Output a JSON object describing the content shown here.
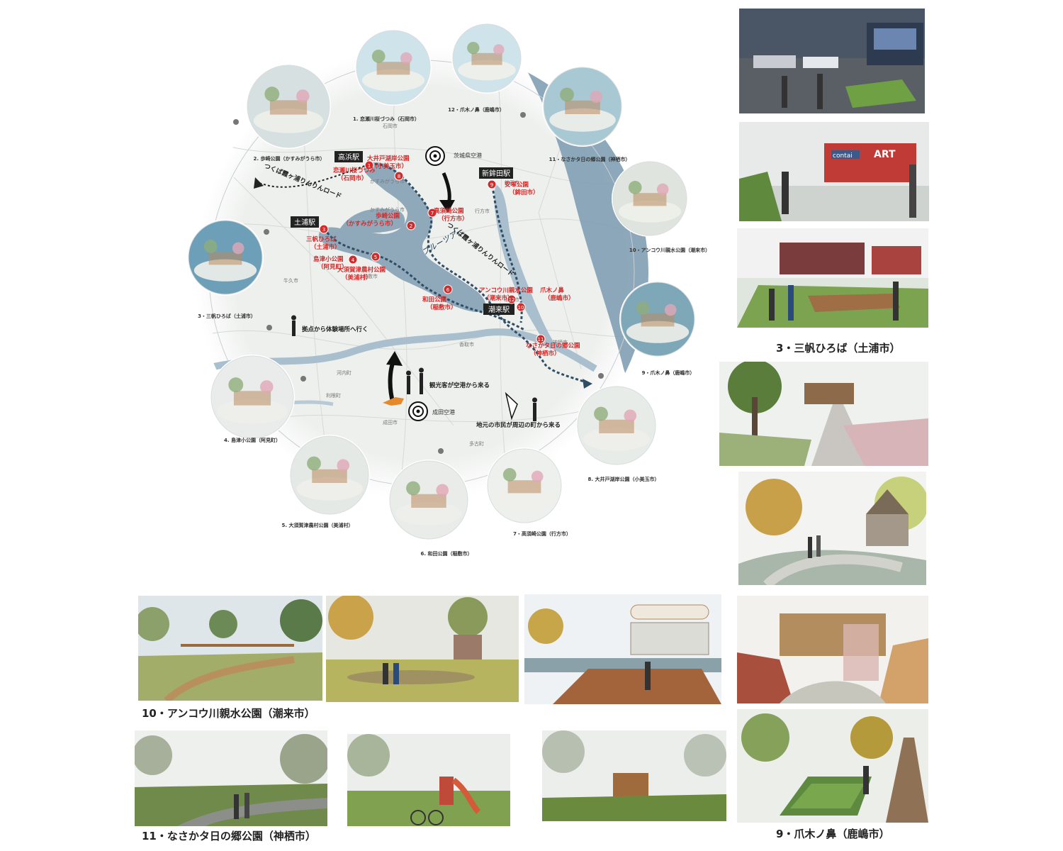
{
  "colors": {
    "lake": "#8fa9bb",
    "sea": "#7f9fb2",
    "river": "#a9bfce",
    "land": "#eef0ee",
    "site_marker": "#d42a2a",
    "site_label": "#d42a2a",
    "route": "#2f4e66",
    "circle_bg": "#ffffff"
  },
  "stations": [
    "高浜駅",
    "土浦駅",
    "新鉾田駅",
    "潮来駅"
  ],
  "airports": [
    "茨城県空港",
    "成田空港"
  ],
  "route_labels": [
    "つくば霞ヶ浦りんりんロード",
    "つくば霞ヶ浦りんりんロード",
    "ブルーツアー"
  ],
  "flow_labels": [
    "拠点から体験場所へ行く",
    "観光客が空港から来る",
    "地元の市民が周辺の町から来る"
  ],
  "towns": [
    "石岡市",
    "かすみがうら市",
    "かすみがうら市",
    "牛久市",
    "稲敷市",
    "成田市",
    "行方市",
    "鉾田市",
    "潮来市",
    "神栖市",
    "香取市",
    "河内町",
    "利根町",
    "多古町"
  ],
  "sites": [
    {
      "num": "1",
      "name": "恋瀬川桜づつみ",
      "city": "（石岡市）"
    },
    {
      "num": "2",
      "name": "歩崎公園",
      "city": "（かすみがうら市）"
    },
    {
      "num": "3",
      "name": "三帆ひろば",
      "city": "（土浦市）"
    },
    {
      "num": "4",
      "name": "島津小公園",
      "city": "（阿見町）"
    },
    {
      "num": "5",
      "name": "大須賀津農村公園",
      "city": "（美浦村）"
    },
    {
      "num": "6",
      "name": "和田公園",
      "city": "（稲敷市）"
    },
    {
      "num": "7",
      "name": "高須崎公園",
      "city": "（行方市）"
    },
    {
      "num": "8",
      "name": "大井戸湖岸公園",
      "city": "（小美玉市）"
    },
    {
      "num": "9",
      "name": "安塚公園",
      "city": "（鉾田市）"
    },
    {
      "num": "10",
      "name": "アンコウ川親水公園",
      "city": "（潮来市）"
    },
    {
      "num": "11",
      "name": "なさかタ日の郷公園",
      "city": "（神栖市）"
    },
    {
      "num": "12",
      "name": "爪木ノ鼻",
      "city": "（鹿嶋市）"
    }
  ],
  "circle_captions": [
    "1. 恋瀬川桜づつみ（石岡市）",
    "12・爪木ノ鼻（鹿嶋市）",
    "11・なさかタ日の郷公園（神栖市）",
    "10・アンコウ川親水公園（潮来市）",
    "9・爪木ノ鼻（鹿嶋市）",
    "8. 大井戸湖岸公園（小美玉市）",
    "7・高須崎公園（行方市）",
    "6. 和田公園（稲敷市）",
    "5. 大須賀津農村公園（美浦村）",
    "4. 島津小公園（阿見町）",
    "3・三帆ひろば（土浦市）",
    "2. 歩崎公園（かすみがうら市）"
  ],
  "photo_captions": {
    "right_top": "3・三帆ひろば（土浦市）",
    "right_bottom": "9・爪木ノ鼻（鹿嶋市）",
    "bottom_row1": "10・アンコウ川親水公園（潮来市）",
    "bottom_row2": "11・なさかタ日の郷公園（神栖市）"
  },
  "render_signs": [
    "ART",
    "contai"
  ]
}
